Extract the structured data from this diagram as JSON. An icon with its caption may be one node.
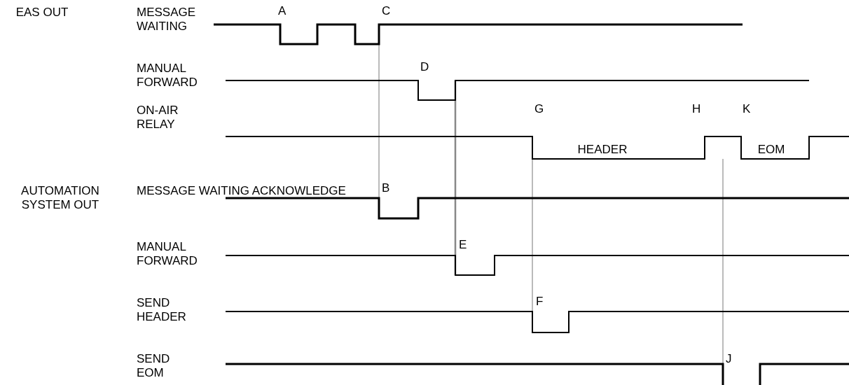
{
  "diagram": {
    "labels": [
      "EAS OUT",
      "MESSAGE WAITING",
      "A",
      "C",
      "MANUAL FORWARD",
      "D",
      "ON-AIR RELAY",
      "G",
      "HEADER",
      "H",
      "K",
      "EOM",
      "AUTOMATION SYSTEM OUT",
      "MESSAGE WAITING ACKNOWLEDGE",
      "B",
      "MANUAL FORWARD",
      "E",
      "SEND HEADER",
      "F",
      "SEND EOM",
      "J"
    ]
  }
}
